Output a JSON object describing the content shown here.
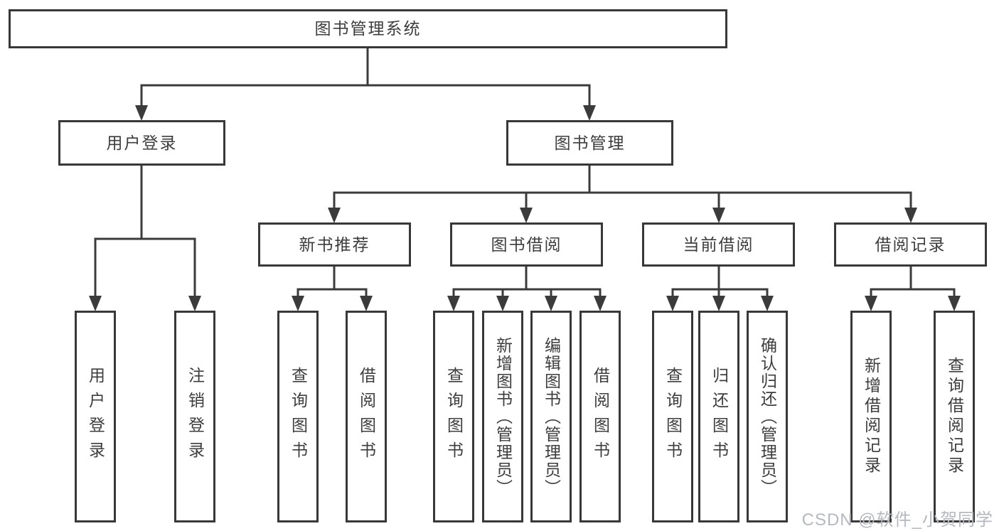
{
  "diagram": {
    "root": "图书管理系统",
    "level2": [
      "用户登录",
      "图书管理"
    ],
    "level3": [
      "新书推荐",
      "图书借阅",
      "当前借阅",
      "借阅记录"
    ],
    "leaf_groups": [
      {
        "parent": "用户登录",
        "items": [
          "用户登录",
          "注销登录"
        ]
      },
      {
        "parent": "新书推荐",
        "items": [
          "查询图书",
          "借阅图书"
        ]
      },
      {
        "parent": "图书借阅",
        "items": [
          "查询图书",
          "新增图书（管理员）",
          "编辑图书（管理员）",
          "借阅图书"
        ]
      },
      {
        "parent": "当前借阅",
        "items": [
          "查询图书",
          "归还图书",
          "确认归还（管理员）"
        ]
      },
      {
        "parent": "借阅记录",
        "items": [
          "新增借阅记录",
          "查询借阅记录"
        ]
      }
    ]
  },
  "watermark": "CSDN @软件_小贺同学",
  "colors": {
    "line": "#3b3b3b",
    "border": "#383838",
    "text": "#3d3d3d",
    "watermark": "#b5b9be",
    "background": "#ffffff"
  }
}
